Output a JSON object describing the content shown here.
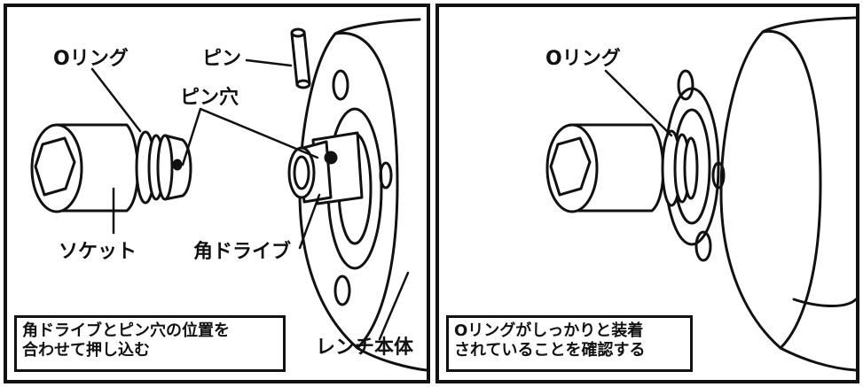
{
  "left": {
    "labels": {
      "o_ring": "Oリング",
      "pin": "ピン",
      "pin_hole": "ピン穴",
      "socket": "ソケット",
      "square_drive": "角ドライブ",
      "wrench_body": "レンチ本体"
    },
    "caption": {
      "line1": "角ドライブとピン穴の位置を",
      "line2": "合わせて押し込む"
    }
  },
  "right": {
    "labels": {
      "o_ring": "Oリング"
    },
    "caption": {
      "line1": "Oリングがしっかりと装着",
      "line2": "されていることを確認する"
    }
  },
  "colors": {
    "line": "#111111",
    "background": "#ffffff"
  }
}
